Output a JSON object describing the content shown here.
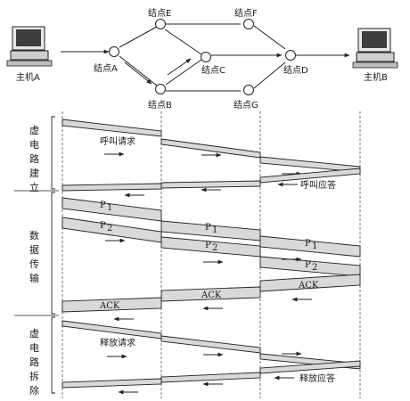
{
  "network": {
    "host_a": "主机A",
    "host_b": "主机B",
    "nodes": {
      "A": "结点A",
      "B": "结点B",
      "C": "结点C",
      "D": "结点D",
      "E": "结点E",
      "F": "结点F",
      "G": "结点G"
    }
  },
  "phases": {
    "setup": [
      "虚",
      "电",
      "路",
      "建",
      "立"
    ],
    "transfer": [
      "数",
      "据",
      "传",
      "输"
    ],
    "teardown": [
      "虚",
      "电",
      "路",
      "拆",
      "除"
    ]
  },
  "messages": {
    "call_request": "呼叫请求",
    "call_accept": "呼叫应答",
    "release_request": "释放请求",
    "release_accept": "释放应答",
    "ack": "ACK",
    "packet_letter": "P",
    "packet_1": "1",
    "packet_2": "2"
  }
}
